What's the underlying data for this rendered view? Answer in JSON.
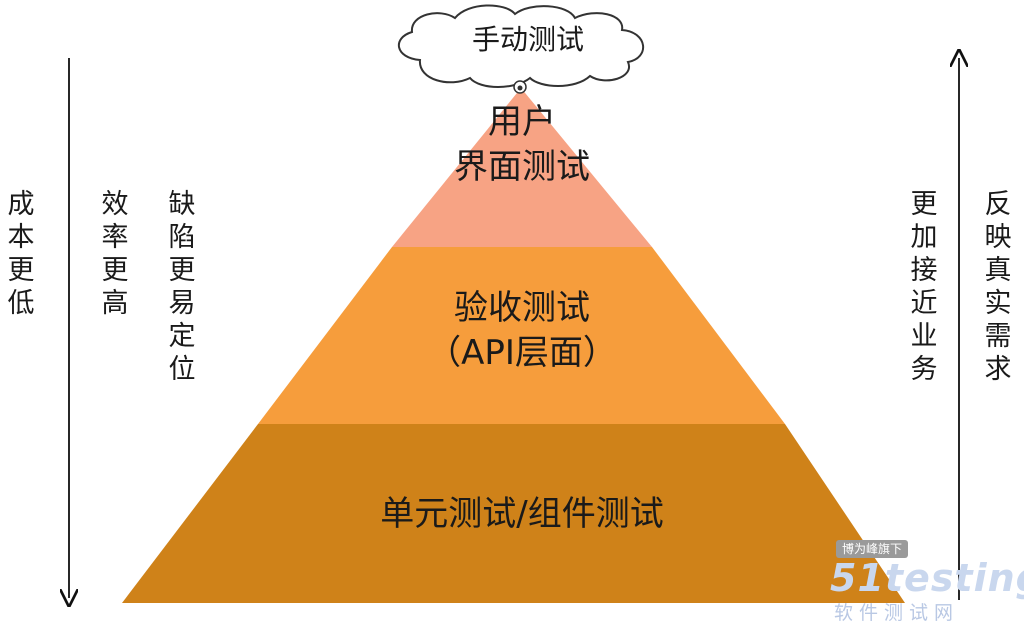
{
  "diagram": {
    "cloud": {
      "label": "手动测试"
    },
    "tiers": [
      {
        "label_line1": "用户",
        "label_line2": "界面测试",
        "color": "#f7a384"
      },
      {
        "label_line1": "验收测试",
        "label_line2": "（API层面）",
        "color": "#f69d3c"
      },
      {
        "label_line1": "单元测试/组件测试",
        "color": "#cf8219"
      }
    ],
    "left_arrow": {
      "direction": "down"
    },
    "right_arrow": {
      "direction": "up"
    },
    "left_texts": [
      "成本更低",
      "效率更高",
      "缺陷更易定位"
    ],
    "right_texts": [
      "更加接近业务",
      "反映真实需求"
    ]
  },
  "watermark": {
    "badge": "博为峰旗下",
    "logo": "51testing",
    "subtitle": "软件测试网"
  }
}
